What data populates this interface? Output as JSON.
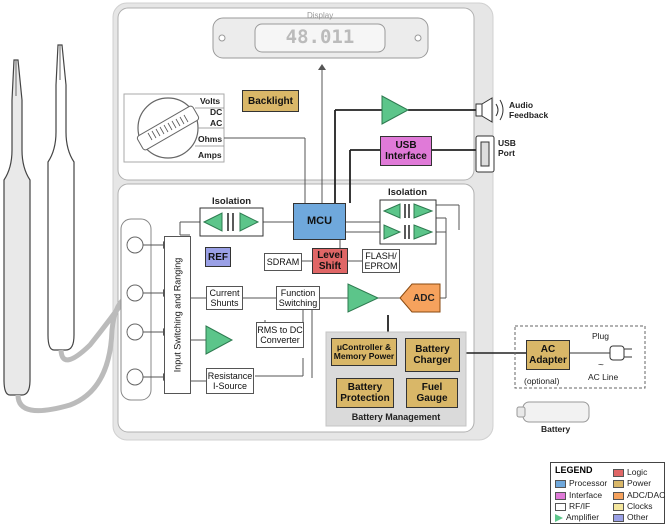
{
  "display": {
    "label": "Display",
    "value": "48.011"
  },
  "selector": {
    "positions": [
      "Volts DC",
      "AC",
      "Ohms",
      "Amps"
    ],
    "volts": "Volts",
    "dc": "DC"
  },
  "blocks": {
    "backlight": "Backlight",
    "usb_interface": "USB Interface",
    "mcu": "MCU",
    "level_shift": "Level Shift",
    "sdram": "SDRAM",
    "flash": "FLASH/ EPROM",
    "ref": "REF",
    "adc": "ADC",
    "input_switching": "Input Switching and Ranging",
    "current_shunts": "Current Shunts",
    "function_switching": "Function Switching",
    "rms_to_dc": "RMS to DC Converter",
    "resistance": "Resistance I-Source",
    "ucontroller_power": "μController & Memory Power",
    "battery_charger": "Battery Charger",
    "battery_protection": "Battery Protection",
    "fuel_gauge": "Fuel Gauge",
    "battery_management": "Battery Management",
    "ac_adapter": "AC Adapter",
    "optional": "(optional)"
  },
  "labels": {
    "isolation_left": "Isolation",
    "isolation_right": "Isolation",
    "audio_feedback": "Audio Feedback",
    "usb_port": "USB Port",
    "plug": "Plug",
    "ac_line": "AC Line",
    "battery": "Battery"
  },
  "legend": {
    "title": "LEGEND",
    "items": [
      {
        "label": "Processor",
        "color": "#6fa8dc"
      },
      {
        "label": "Logic",
        "color": "#e06666"
      },
      {
        "label": "Interface",
        "color": "#e07ad8"
      },
      {
        "label": "Power",
        "color": "#d9b768"
      },
      {
        "label": "RF/IF",
        "color": "#ffffff"
      },
      {
        "label": "ADC/DAC",
        "color": "#f6a25d"
      },
      {
        "label": "Amplifier",
        "color": "#5cc58a"
      },
      {
        "label": "Clocks",
        "color": "#f5e79e"
      },
      {
        "label": "Other",
        "color": "#9aa0e6"
      }
    ]
  },
  "colors": {
    "processor": "#6fa8dc",
    "logic": "#e06666",
    "interface": "#e07ad8",
    "power": "#d9b768",
    "adc": "#f6a25d",
    "amplifier": "#5cc58a",
    "other": "#9aa0e6",
    "case": "#e6e6e6"
  }
}
